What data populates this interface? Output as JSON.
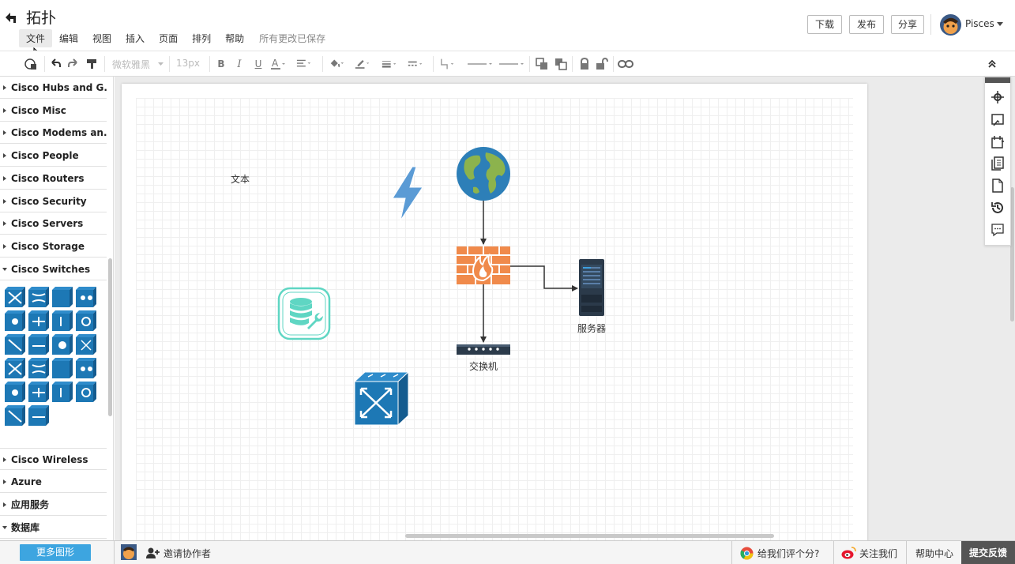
{
  "header": {
    "title": "拓扑",
    "menu": [
      {
        "label": "文件"
      },
      {
        "label": "编辑"
      },
      {
        "label": "视图"
      },
      {
        "label": "插入"
      },
      {
        "label": "页面"
      },
      {
        "label": "排列"
      },
      {
        "label": "帮助"
      }
    ],
    "save_status": "所有更改已保存",
    "download_label": "下载",
    "publish_label": "发布",
    "share_label": "分享",
    "user_name": "Pisces"
  },
  "toolbar": {
    "font_family": "微软雅黑",
    "font_size": "13px",
    "icons": [
      "format-painter-icon",
      "undo-icon",
      "redo-icon",
      "brush-icon",
      "bold-icon",
      "italic-icon",
      "underline-icon",
      "font-color-icon",
      "align-icon",
      "fill-color-icon",
      "line-color-icon",
      "line-width-icon",
      "line-style-icon",
      "connector-icon",
      "start-arrow-icon",
      "end-arrow-icon",
      "to-front-icon",
      "to-back-icon",
      "lock-icon",
      "unlock-icon",
      "link-icon",
      "collapse-icon"
    ]
  },
  "sidebar": {
    "categories": [
      {
        "label": "Cisco Hubs and G...",
        "open": false
      },
      {
        "label": "Cisco Misc",
        "open": false
      },
      {
        "label": "Cisco Modems an...",
        "open": false
      },
      {
        "label": "Cisco People",
        "open": false
      },
      {
        "label": "Cisco Routers",
        "open": false
      },
      {
        "label": "Cisco Security",
        "open": false
      },
      {
        "label": "Cisco Servers",
        "open": false
      },
      {
        "label": "Cisco Storage",
        "open": false
      },
      {
        "label": "Cisco Switches",
        "open": true
      }
    ],
    "categories_after": [
      {
        "label": "Cisco Wireless",
        "open": false
      },
      {
        "label": "Azure",
        "open": false
      },
      {
        "label": "应用服务",
        "open": false
      },
      {
        "label": "数据库",
        "open": true
      }
    ],
    "shape_count": 22,
    "shape_color": "#1d78b5"
  },
  "canvas": {
    "text_label": "文本",
    "server_label": "服务器",
    "switch_label": "交换机"
  },
  "bottom": {
    "more_shapes": "更多图形",
    "invite": "邀请协作者",
    "rate": "给我们评个分?",
    "follow": "关注我们",
    "help": "帮助中心",
    "feedback": "提交反馈"
  },
  "colors": {
    "accent": "#3da5e0",
    "cisco_blue": "#1d78b5",
    "firewall": "#f08a4b",
    "db_teal": "#5fd6c3",
    "lightning": "#5b9bd5"
  }
}
